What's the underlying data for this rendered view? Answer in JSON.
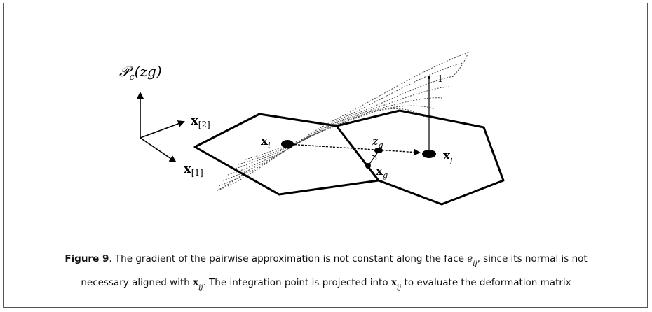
{
  "figure": {
    "labels": {
      "prob": "𝒫c(zg)",
      "prob_main": "𝒫",
      "prob_sub": "c",
      "prob_arg": "(zg)",
      "x2": "x[2]",
      "x2_main": "x",
      "x2_sub": "[2]",
      "x1": "x[1]",
      "x1_main": "x",
      "x1_sub": "[1]",
      "xi": "xi",
      "xi_main": "x",
      "xi_sub": "i",
      "xj": "xj",
      "xj_main": "x",
      "xj_sub": "j",
      "xg": "xg",
      "xg_main": "x",
      "xg_sub": "g",
      "zg": "zg",
      "zg_main": "z",
      "zg_sub": "g",
      "one": "1"
    }
  },
  "caption": {
    "figure_label": "Figure 9",
    "part1": ". The gradient of the pairwise approximation is not constant along the face ",
    "face_symbol": "e",
    "face_sub": "ij",
    "part2": ", since its normal is not",
    "part3": "necessary aligned with ",
    "vec_symbol": "x",
    "vec_sub": "ij",
    "part4": ". The integration point is projected into ",
    "vec2_symbol": "x",
    "vec2_sub": "ij",
    "part5": " to evaluate the deformation matrix"
  }
}
